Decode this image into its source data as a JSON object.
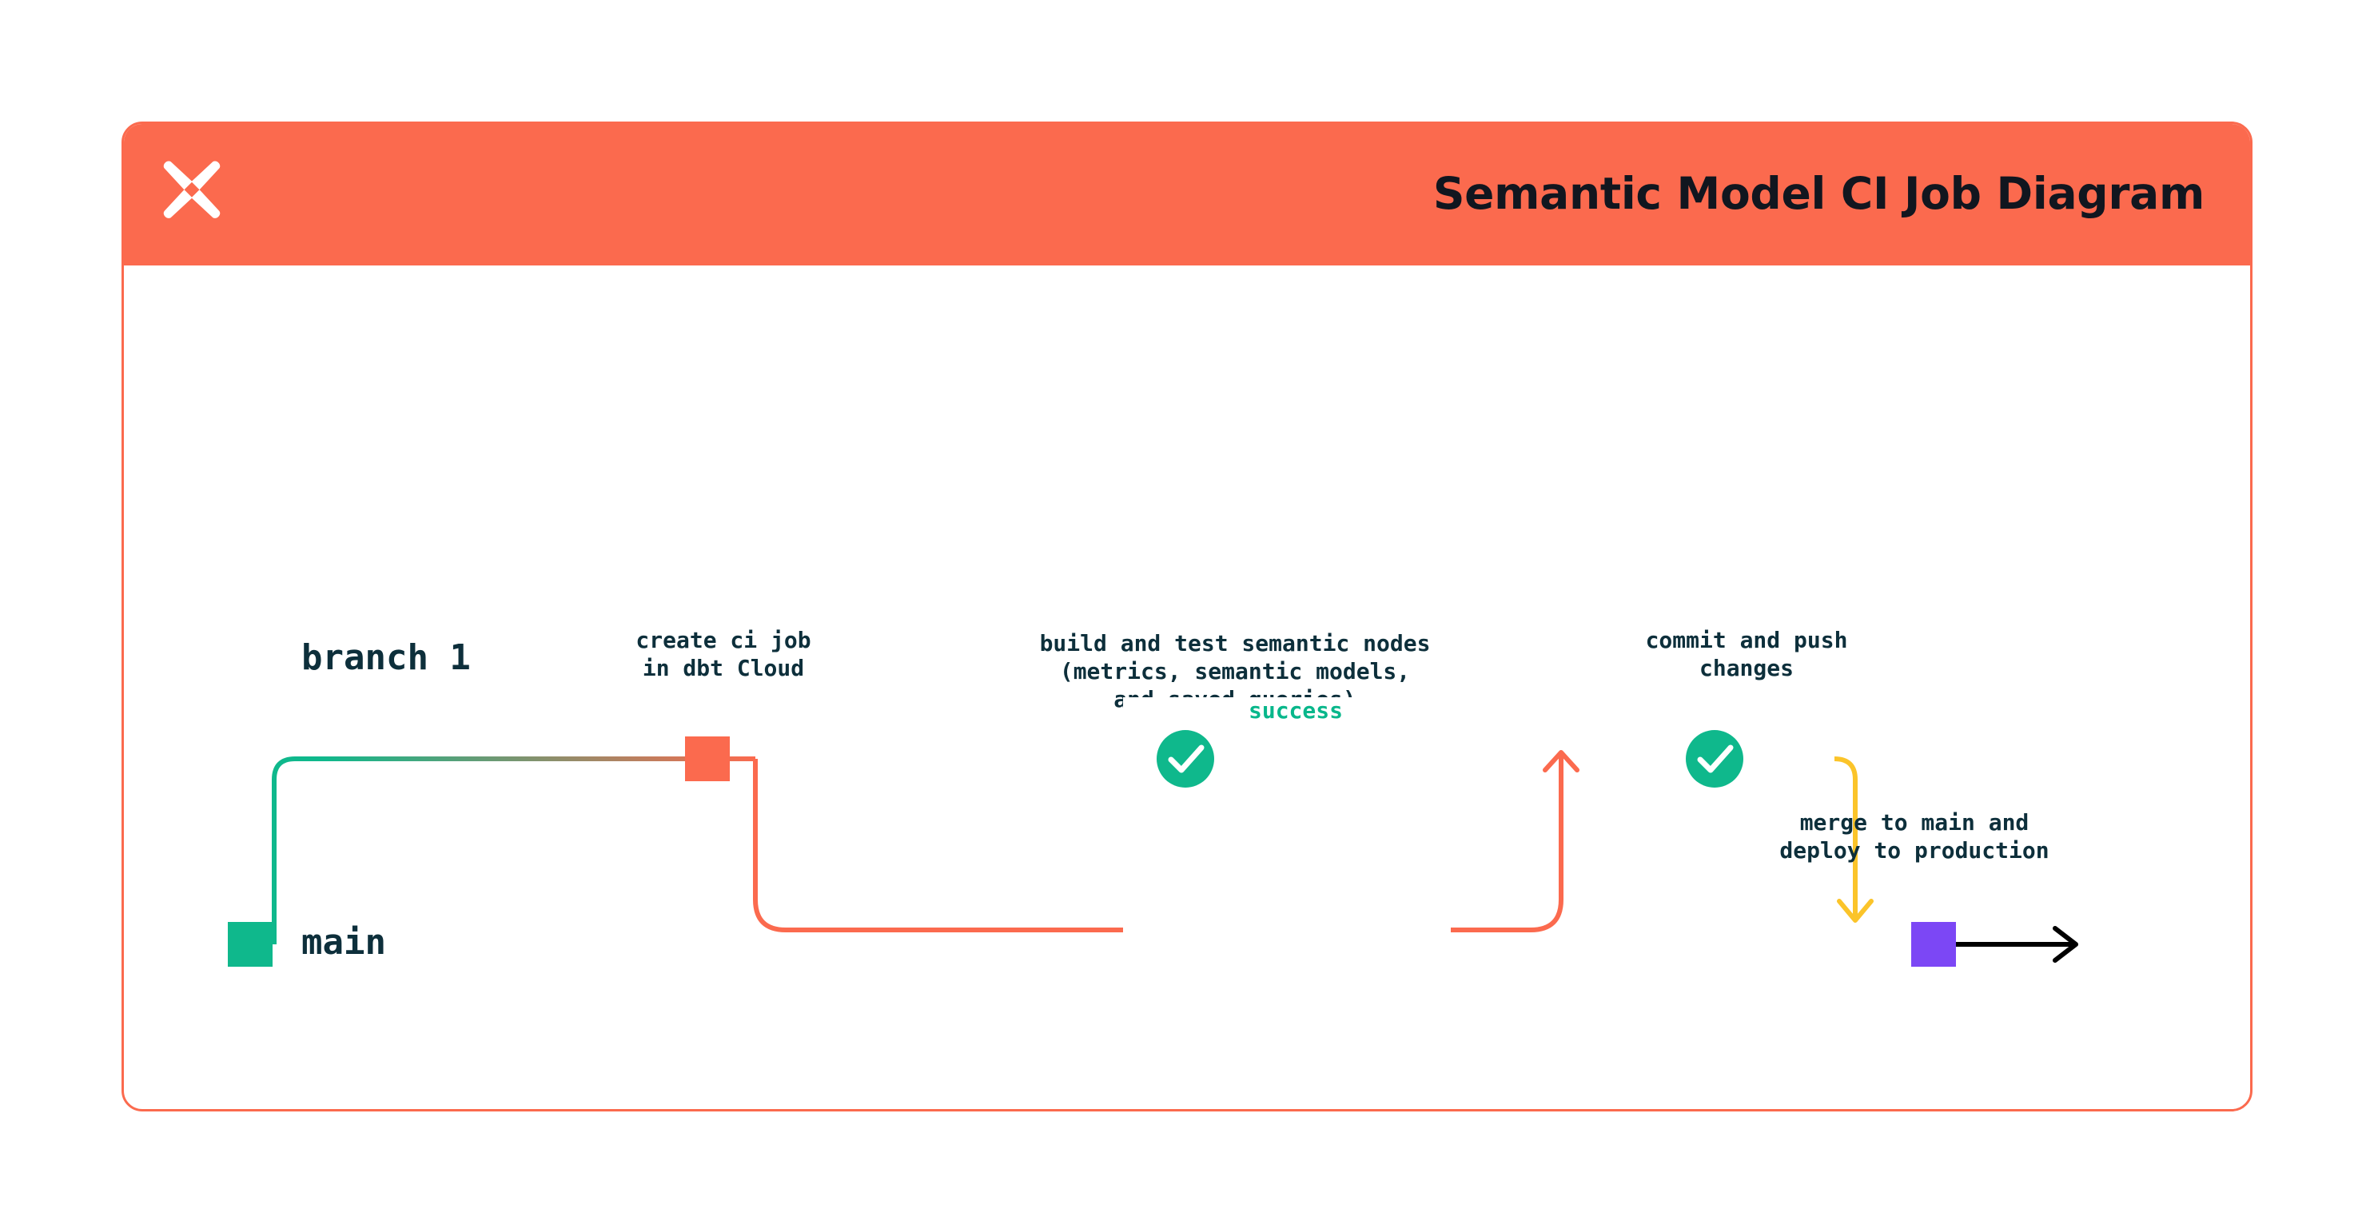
{
  "header": {
    "title": "Semantic Model CI Job Diagram",
    "logo_icon": "dbt-x-logo-icon",
    "background_color": "#fb6a4e",
    "title_color": "#11161f"
  },
  "card": {
    "border_color": "#fb6a4e",
    "background_color": "#ffffff"
  },
  "colors": {
    "orange": "#fb6a4e",
    "green": "#0fb88c",
    "green_accent": "#08b78b",
    "yellow": "#fbc42a",
    "purple": "#7c47f5",
    "black": "#000000",
    "text_dark": "#0d2f3b"
  },
  "lanes": [
    {
      "id": "branch-1",
      "label": "branch 1",
      "color": "#fb6a4e"
    },
    {
      "id": "main",
      "label": "main",
      "color": "#0fb88c"
    }
  ],
  "nodes": [
    {
      "id": "main-start",
      "shape": "square",
      "color": "#0fb88c",
      "lane": "main",
      "label": ""
    },
    {
      "id": "create-ci-job",
      "shape": "square",
      "color": "#fb6a4e",
      "lane": "branch-1",
      "label": "create ci job\nin dbt Cloud"
    },
    {
      "id": "build-and-test",
      "shape": "check-circle",
      "color": "#0fb88c",
      "lane": "branch-1",
      "icon": "check-icon",
      "label": "build and test semantic nodes\n(metrics, semantic models,\nand saved queries)"
    },
    {
      "id": "commit-and-push",
      "shape": "check-circle",
      "color": "#0fb88c",
      "lane": "branch-1",
      "icon": "check-icon",
      "label": "commit and push\nchanges"
    },
    {
      "id": "merge-to-main",
      "shape": "square",
      "color": "#7c47f5",
      "lane": "main",
      "label": "merge to main and\ndeploy to production"
    }
  ],
  "edges": [
    {
      "id": "branch-out",
      "from": "main",
      "to": "branch-1",
      "style": "gradient-green-orange"
    },
    {
      "id": "ci-success-loop",
      "label": "success",
      "label_color": "#08b78b",
      "color": "#fb6a4e",
      "arrow": "up"
    },
    {
      "id": "merge-down",
      "from": "branch-1",
      "to": "main",
      "color": "#fbc42a",
      "arrow": "down"
    },
    {
      "id": "production-continues",
      "color": "#000000",
      "arrow": "right"
    }
  ]
}
